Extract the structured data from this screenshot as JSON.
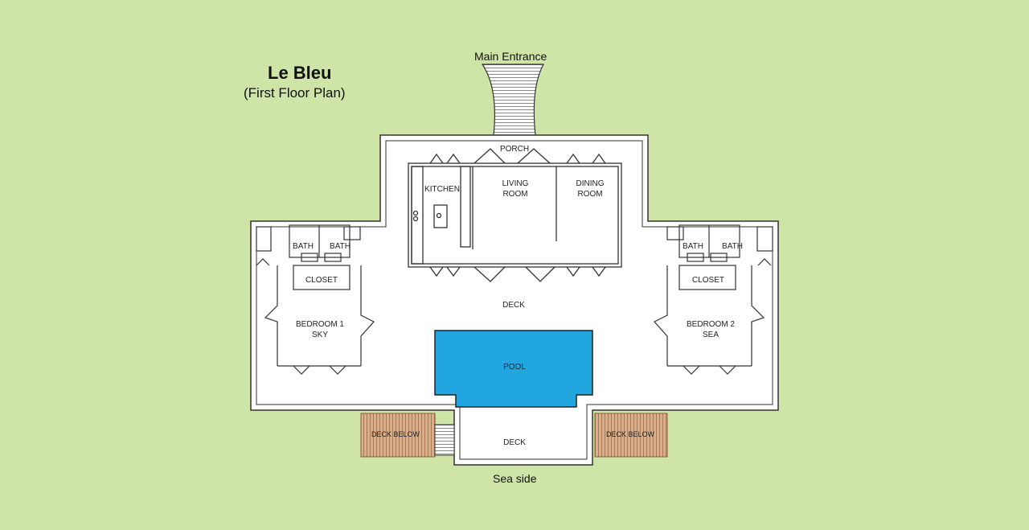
{
  "heading": {
    "title": "Le Bleu",
    "subtitle": "(First Floor Plan)"
  },
  "labels": {
    "main_entrance": "Main Entrance",
    "sea_side": "Sea side",
    "porch": "PORCH",
    "kitchen": "KITCHEN",
    "living_room_1": "LIVING",
    "living_room_2": "ROOM",
    "dining_room_1": "DINING",
    "dining_room_2": "ROOM",
    "bath": "BATH",
    "closet": "CLOSET",
    "bedroom1_line1": "BEDROOM 1",
    "bedroom1_line2": "SKY",
    "bedroom2_line1": "BEDROOM 2",
    "bedroom2_line2": "SEA",
    "deck": "DECK",
    "pool": "POOL",
    "deck_below": "DECK BELOW"
  },
  "colors": {
    "background": "#cfe5a8",
    "floor": "#ffffff",
    "walls": "#333333",
    "pool": "#22a6e0",
    "deck_below": "#b98a6a"
  }
}
